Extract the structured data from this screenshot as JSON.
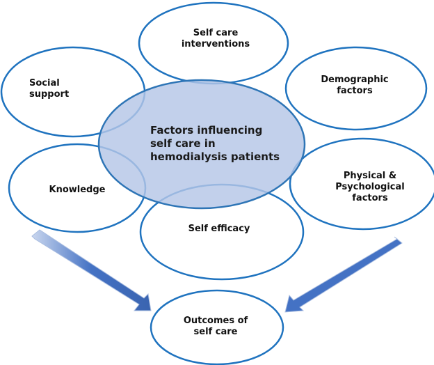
{
  "diagram": {
    "center": {
      "label": "Factors influencing\nself care in\nhemodialysis patients"
    },
    "nodes": [
      {
        "id": "self-care-interventions",
        "label": "Self care\ninterventions"
      },
      {
        "id": "social-support",
        "label": "Social\nsupport"
      },
      {
        "id": "demographic-factors",
        "label": "Demographic\nfactors"
      },
      {
        "id": "knowledge",
        "label": "Knowledge"
      },
      {
        "id": "physical-psychological-factors",
        "label": "Physical &\nPsychological\nfactors"
      },
      {
        "id": "self-efficacy",
        "label": "Self efficacy"
      }
    ],
    "outcome": {
      "label": "Outcomes of\nself care"
    }
  },
  "colors": {
    "ring": "#1f73bf",
    "center_fill": "#b4c6e7",
    "center_stroke": "#2e75b6",
    "arrow": "#4472c4",
    "arrow_edge": "#a9bde0"
  }
}
